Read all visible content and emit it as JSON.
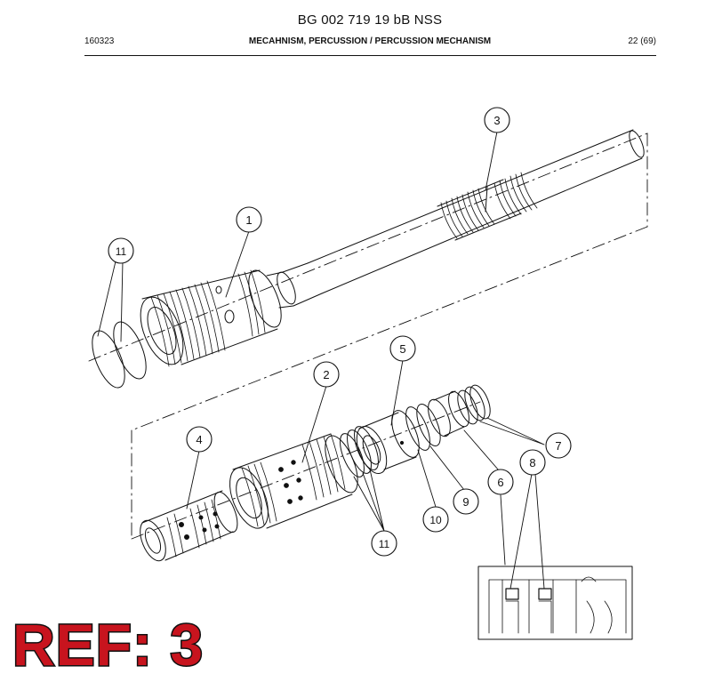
{
  "header": {
    "document_number": "BG 002 719 19 bB NSS",
    "date_code": "160323",
    "section_title": "MECAHNISM, PERCUSSION / PERCUSSION MECHANISM",
    "page": "22 (69)"
  },
  "callouts": [
    "1",
    "2",
    "3",
    "4",
    "5",
    "6",
    "7",
    "8",
    "9",
    "10",
    "11",
    "11"
  ],
  "reference_stamp": "REF: 3",
  "colors": {
    "line": "#111111",
    "stamp_fill": "#c8141e",
    "stamp_outline": "#111111"
  }
}
